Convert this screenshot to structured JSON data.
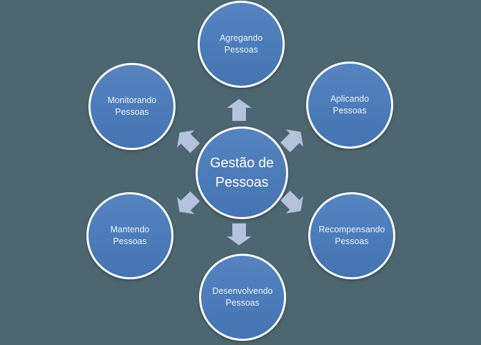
{
  "palette": {
    "background": "#4c6771",
    "circle_fill": "#4b7cb9",
    "circle_fill_light": "#5584c0",
    "circle_fill_dark": "#4474b2",
    "circle_ring": "#ffffff",
    "arrow_fill": "#b4c2db",
    "text_color": "#ffffff"
  },
  "diagram": {
    "center": {
      "lines": [
        "Gestão",
        "de",
        "Pessoas"
      ]
    },
    "nodes": [
      {
        "id": "agregando",
        "position": "top",
        "lines": [
          "Agregando",
          "Pessoas"
        ]
      },
      {
        "id": "aplicando",
        "position": "top-right",
        "lines": [
          "Aplicando",
          "Pessoas"
        ]
      },
      {
        "id": "recompensando",
        "position": "bottom-right",
        "lines": [
          "Recompensando",
          "Pessoas"
        ]
      },
      {
        "id": "desenvolvendo",
        "position": "bottom",
        "lines": [
          "Desenvolvendo",
          "Pessoas"
        ]
      },
      {
        "id": "mantendo",
        "position": "bottom-left",
        "lines": [
          "Mantendo",
          "Pessoas"
        ]
      },
      {
        "id": "monitorando",
        "position": "top-left",
        "lines": [
          "Monitorando",
          "Pessoas"
        ]
      }
    ],
    "arrows": [
      "up",
      "up-right",
      "down-right",
      "down",
      "down-left",
      "up-left"
    ]
  }
}
